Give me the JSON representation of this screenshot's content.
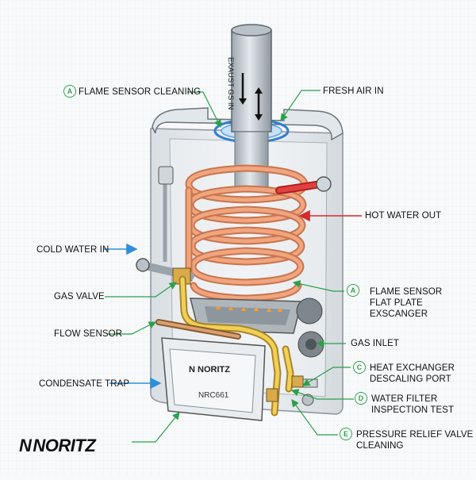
{
  "brand": {
    "name": "NORITZ",
    "mark": "N"
  },
  "unit": {
    "brand": "NORITZ",
    "model": "NRC661"
  },
  "pipe_text": "EXAUST GS IN",
  "labels": {
    "flame_sensor_cleaning": {
      "badge": "A",
      "text": "FLAME SENSOR CLEANING"
    },
    "fresh_air_in": {
      "text": "FRESH AIR IN"
    },
    "hot_water_out": {
      "text": "HOT WATER OUT"
    },
    "cold_water_in": {
      "text": "COLD WATER IN"
    },
    "gas_valve": {
      "text": "GAS VALVE"
    },
    "flow_sensor": {
      "text": "FLOW SENSOR"
    },
    "condensate_trap": {
      "text": "CONDENSATE TRAP"
    },
    "flame_sensor_plate": {
      "badge": "A",
      "lines": [
        "FLAME SENSOR",
        "FLAT PLATE",
        "EXSCANGER"
      ]
    },
    "gas_inlet": {
      "text": "GAS INLET"
    },
    "heat_exchanger_port": {
      "badge": "C",
      "lines": [
        "HEAT EXCHANGER",
        "DESCALING PORT"
      ]
    },
    "water_filter": {
      "badge": "D",
      "lines": [
        "WATER FILTER",
        "INSPECTION TEST"
      ]
    },
    "pressure_relief": {
      "badge": "E",
      "lines": [
        "PRESSURE RELIEF VALVE",
        "CLEANING"
      ]
    }
  },
  "colors": {
    "leader_green": "#2aa04a",
    "arrow_red": "#d42b2b",
    "arrow_blue": "#2f8fd8",
    "copper": "#e8936a",
    "gas_pipe": "#e8c24a",
    "casing": "#dfe4e8"
  }
}
